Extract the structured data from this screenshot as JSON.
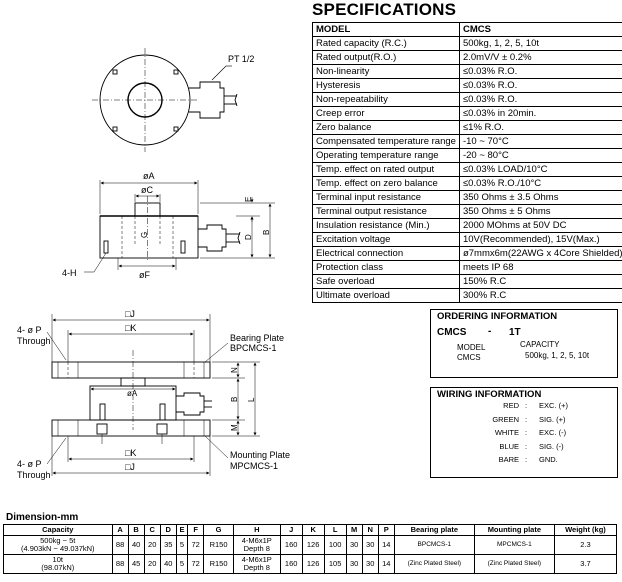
{
  "spec": {
    "title": "SPECIFICATIONS",
    "header": [
      "MODEL",
      "CMCS"
    ],
    "rows": [
      [
        "Rated capacity (R.C.)",
        "500kg, 1, 2, 5, 10t"
      ],
      [
        "Rated output(R.O.)",
        "2.0mV/V ± 0.2%"
      ],
      [
        "Non-linearity",
        "≤0.03% R.O."
      ],
      [
        "Hysteresis",
        "≤0.03% R.O."
      ],
      [
        "Non-repeatability",
        "≤0.03% R.O."
      ],
      [
        "Creep error",
        "≤0.03% in 20min."
      ],
      [
        "Zero balance",
        "≤1% R.O."
      ],
      [
        "Compensated temperature range",
        "-10 ~ 70°C"
      ],
      [
        "Operating temperature range",
        "-20 ~ 80°C"
      ],
      [
        "Temp. effect on rated output",
        "≤0.03% LOAD/10°C"
      ],
      [
        "Temp. effect on zero balance",
        "≤0.03% R.O./10°C"
      ],
      [
        "Terminal input resistance",
        "350 Ohms ± 3.5 Ohms"
      ],
      [
        "Terminal output resistance",
        "350 Ohms ± 5 Ohms"
      ],
      [
        "Insulation resistance (Min.)",
        "2000 MOhms at 50V DC"
      ],
      [
        "Excitation voltage",
        "10V(Recommended), 15V(Max.)"
      ],
      [
        "Electrical connection",
        "ø7mmx6m(22AWG x 4Core Shielded)"
      ],
      [
        "Protection class",
        "meets IP 68"
      ],
      [
        "Safe overload",
        "150% R.C"
      ],
      [
        "Ultimate overload",
        "300% R.C"
      ]
    ]
  },
  "ordering": {
    "title": "ORDERING INFORMATION",
    "code": "CMCS",
    "dash": "-",
    "suffix": "1T",
    "model_label": "MODEL",
    "model_value": "CMCS",
    "capacity_label": "CAPACITY",
    "capacity_value": "500kg, 1, 2, 5, 10t"
  },
  "wiring": {
    "title": "WIRING INFORMATION",
    "wires": [
      {
        "color": "RED",
        "signal": "EXC. (+)"
      },
      {
        "color": "GREEN",
        "signal": "SIG. (+)"
      },
      {
        "color": "WHITE",
        "signal": "EXC. (-)"
      },
      {
        "color": "BLUE",
        "signal": "SIG. (-)"
      },
      {
        "color": "BARE",
        "signal": "GND."
      }
    ]
  },
  "drawing": {
    "top": {
      "cable": "PT 1/2"
    },
    "side": {
      "A": "øA",
      "C": "øC",
      "G": "G",
      "E": "E",
      "D": "D",
      "B": "B",
      "H": "4-H",
      "F": "øF"
    },
    "assembly": {
      "J": "□J",
      "K": "□K",
      "A": "øA",
      "N": "N",
      "B": "B",
      "L": "L",
      "M": "M",
      "through_top": [
        "4- ø P",
        "Through"
      ],
      "through_bottom": [
        "4- ø P",
        "Through"
      ],
      "bearing": [
        "Bearing Plate",
        "BPCMCS-1"
      ],
      "mounting": [
        "Mounting Plate",
        "MPCMCS-1"
      ]
    }
  },
  "dimension": {
    "title": "Dimension-mm",
    "headers": [
      "Capacity",
      "A",
      "B",
      "C",
      "D",
      "E",
      "F",
      "G",
      "H",
      "J",
      "K",
      "L",
      "M",
      "N",
      "P",
      "Bearing plate",
      "Mounting plate",
      "Weight (kg)"
    ],
    "rows": [
      {
        "cap1": "500kg ~ 5t",
        "cap2": "(4.903kN ~ 49.037kN)",
        "cells": [
          "88",
          "40",
          "20",
          "35",
          "5",
          "72",
          "R150"
        ],
        "H1": "4-M6x1P",
        "H2": "Depth 8",
        "cells2": [
          "160",
          "126",
          "100",
          "30",
          "30",
          "14"
        ],
        "bearing": "BPCMCS-1",
        "mounting": "MPCMCS-1",
        "weight": "2.3"
      },
      {
        "cap1": "10t",
        "cap2": "(98.07kN)",
        "cells": [
          "88",
          "45",
          "20",
          "40",
          "5",
          "72",
          "R150"
        ],
        "H1": "4-M6x1P",
        "H2": "Depth 8",
        "cells2": [
          "160",
          "126",
          "105",
          "30",
          "30",
          "14"
        ],
        "bearing": "(Zinc Plated Steel)",
        "mounting": "(Zinc Plated Steel)",
        "weight": "3.7"
      }
    ]
  }
}
